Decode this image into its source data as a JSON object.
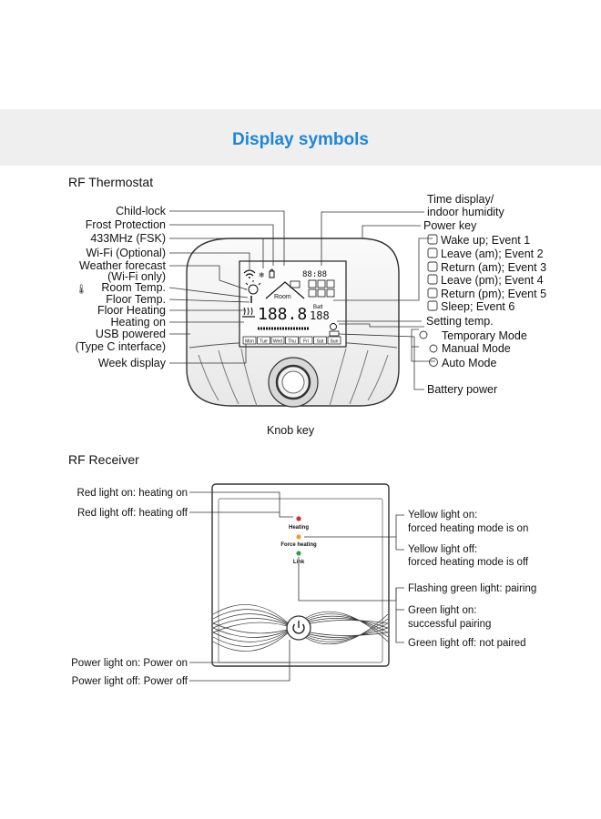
{
  "header": {
    "title": "Display symbols"
  },
  "thermostat": {
    "section_title": "RF Thermostat",
    "left_labels": {
      "child_lock": "Child-lock",
      "frost_protection": "Frost Protection",
      "rf_433": "433MHz (FSK)",
      "wifi": "Wi-Fi (Optional)",
      "weather_1": "Weather forecast",
      "weather_2": "(Wi-Fi only)",
      "room_temp": "Room Temp.",
      "floor_temp": "Floor Temp.",
      "floor_heating": "Floor Heating",
      "heating_on": "Heating on",
      "usb_1": "USB powered",
      "usb_2": "(Type C interface)",
      "week_display": "Week display"
    },
    "right_labels": {
      "time_1": "Time display/",
      "time_2": "indoor humidity",
      "power_key": "Power key",
      "event1": "Wake up; Event 1",
      "event2": "Leave (am); Event 2",
      "event3": "Return (am); Event 3",
      "event4": "Leave (pm); Event 4",
      "event5": "Return (pm); Event 5",
      "event6": "Sleep; Event 6",
      "setting_temp": "Setting temp.",
      "temporary_mode": "Temporary Mode",
      "manual_mode": "Manual Mode",
      "auto_mode": "Auto Mode",
      "battery_power": "Battery power"
    },
    "knob_label": "Knob key",
    "lcd": {
      "room": "Room",
      "batt": "Batt",
      "digits_time": "88:88",
      "digits_main": "188.8",
      "digits_set": "188",
      "days": [
        "Mon",
        "Tue",
        "Wed",
        "Thu",
        "Fri",
        "Sat",
        "Sun"
      ]
    }
  },
  "receiver": {
    "section_title": "RF Receiver",
    "device_labels": {
      "heating": "Heating",
      "force_heating": "Force heating",
      "link": "Link"
    },
    "left_labels": {
      "red_on": "Red light on: heating on",
      "red_off": "Red light off: heating off",
      "power_on": "Power light on: Power on",
      "power_off": "Power light off: Power off"
    },
    "right_labels": {
      "yellow_on_1": "Yellow light on:",
      "yellow_on_2": "forced heating mode is on",
      "yellow_off_1": "Yellow light off:",
      "yellow_off_2": "forced heating mode is off",
      "green_flash": "Flashing green light: pairing",
      "green_on_1": "Green light on:",
      "green_on_2": "successful pairing",
      "green_off": "Green light off: not paired"
    },
    "colors": {
      "red": "#d62828",
      "yellow": "#f0a020",
      "green": "#2ea043"
    }
  }
}
